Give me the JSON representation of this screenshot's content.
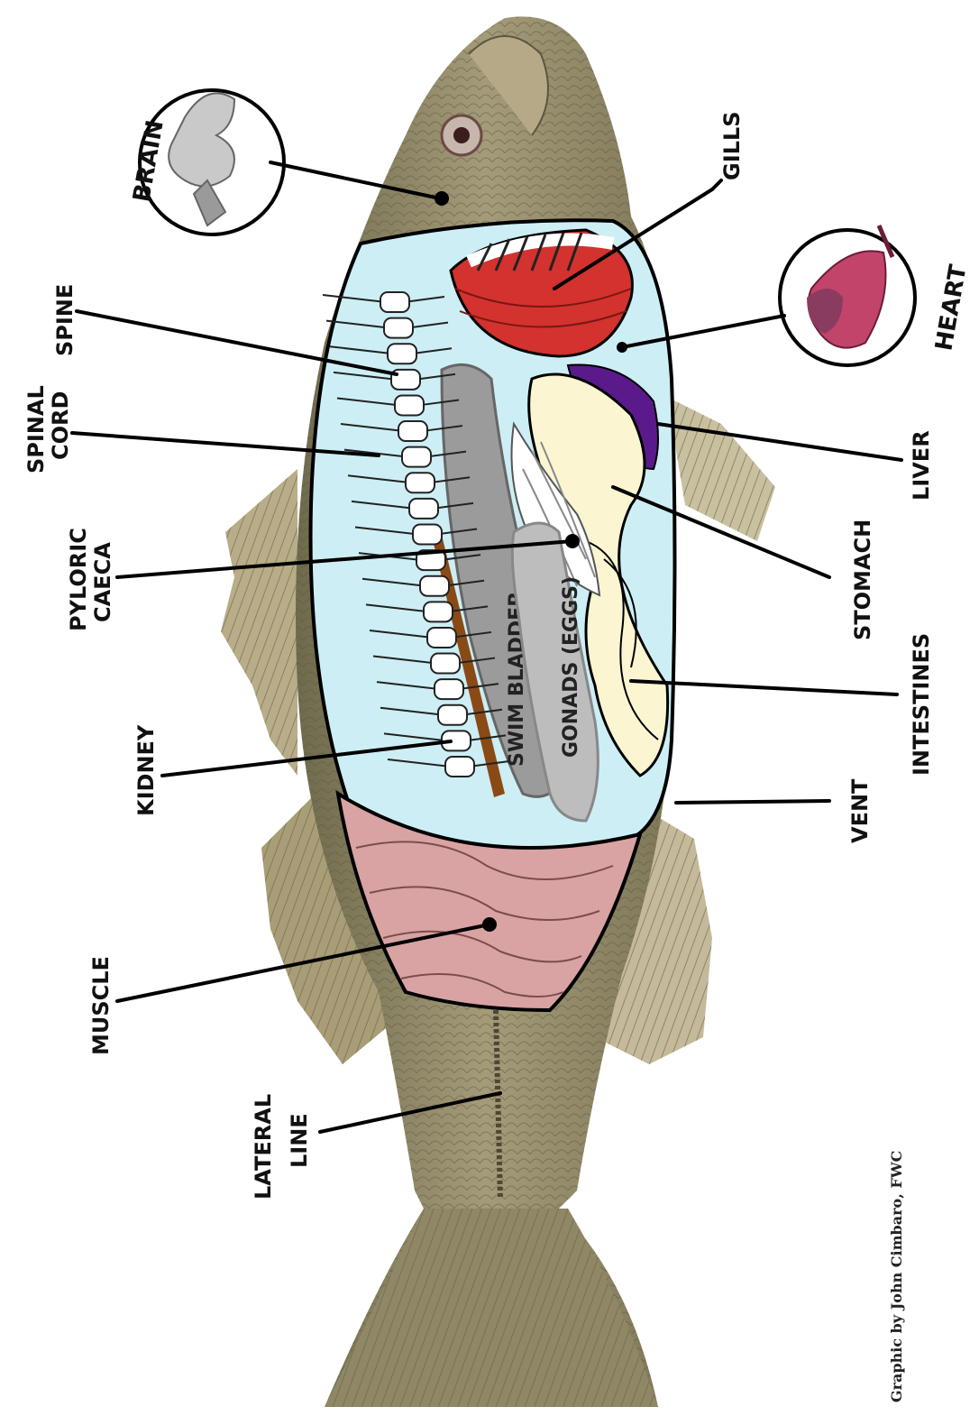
{
  "labels": {
    "brain": "BRAIN",
    "gills": "GILLS",
    "heart": "HEART",
    "spine": "SPINE",
    "spinal_cord_1": "SPINAL",
    "spinal_cord_2": "CORD",
    "liver": "LIVER",
    "pyloric_caeca_1": "PYLORIC",
    "pyloric_caeca_2": "CAECA",
    "stomach": "STOMACH",
    "kidney": "KIDNEY",
    "intestines": "INTESTINES",
    "vent": "VENT",
    "muscle": "MUSCLE",
    "lateral_line_1": "LATERAL",
    "lateral_line_2": "LINE"
  },
  "organ_text": {
    "swim_bladder": "SWIM BLADDER",
    "gonads": "GONADS (EGGS)"
  },
  "credit": "Graphic by John Cimbaro, FWC",
  "colors": {
    "body_cavity": "#cdeef5",
    "gills": "#d3322e",
    "heart": "#c2446a",
    "liver": "#5a1a8c",
    "stomach": "#fbf5d2",
    "swim_bladder": "#9b9b9b",
    "gonads": "#bdbdbd",
    "kidney": "#8a4a16",
    "muscle": "#d9a3a3",
    "fish_skin": "#9a8f6e"
  }
}
